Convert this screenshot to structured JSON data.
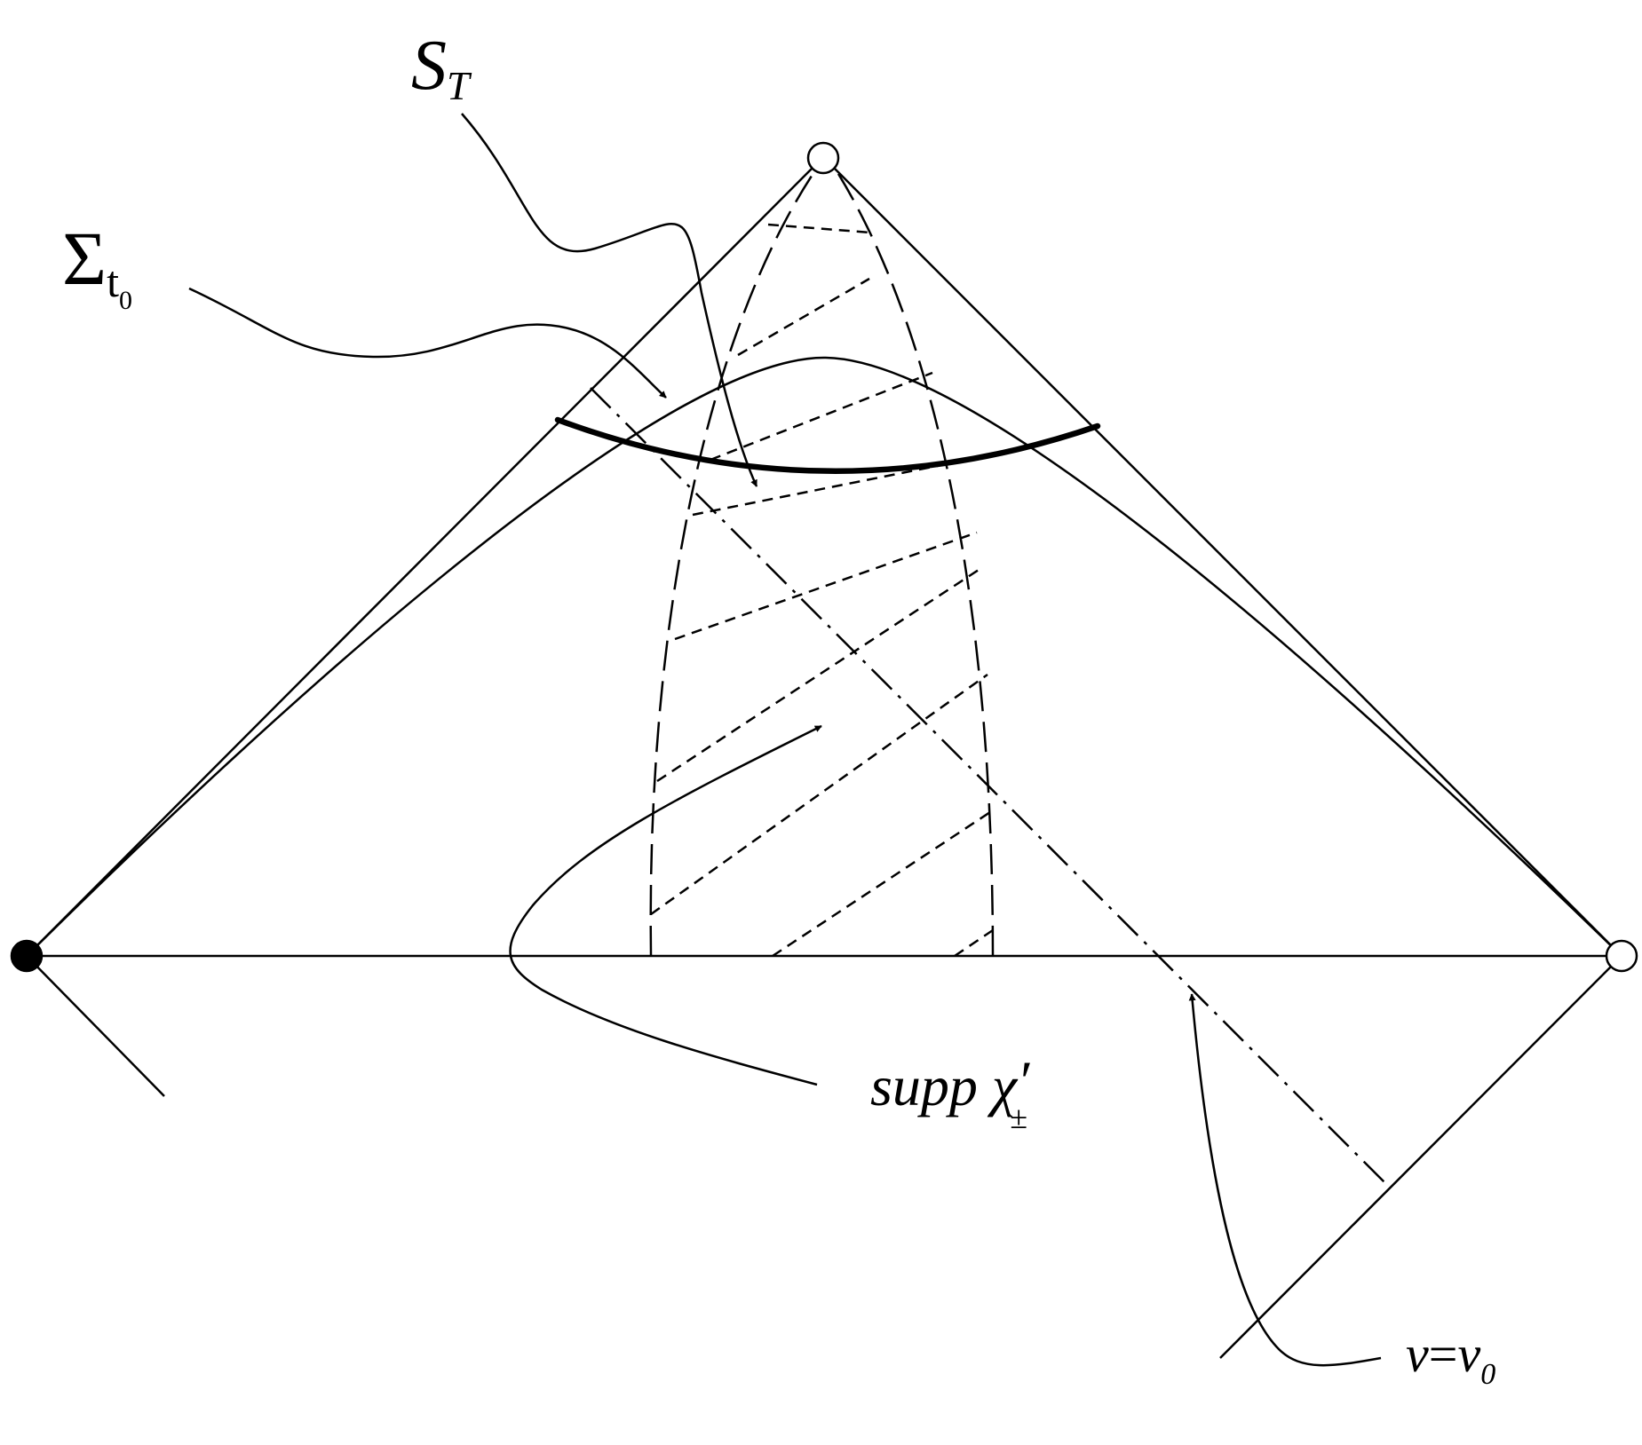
{
  "labels": {
    "s_t": {
      "main": "S",
      "sub": "T"
    },
    "sigma": {
      "main": "Σ",
      "sub": "t",
      "subsub": "0"
    },
    "supp": {
      "main": "supp χ",
      "prime": "′",
      "sub": "±"
    },
    "v_eq": {
      "lhs": "v",
      "eq": "=",
      "rhs": "v",
      "sub": "0"
    }
  },
  "colors": {
    "stroke": "#000000",
    "background": "#ffffff"
  }
}
